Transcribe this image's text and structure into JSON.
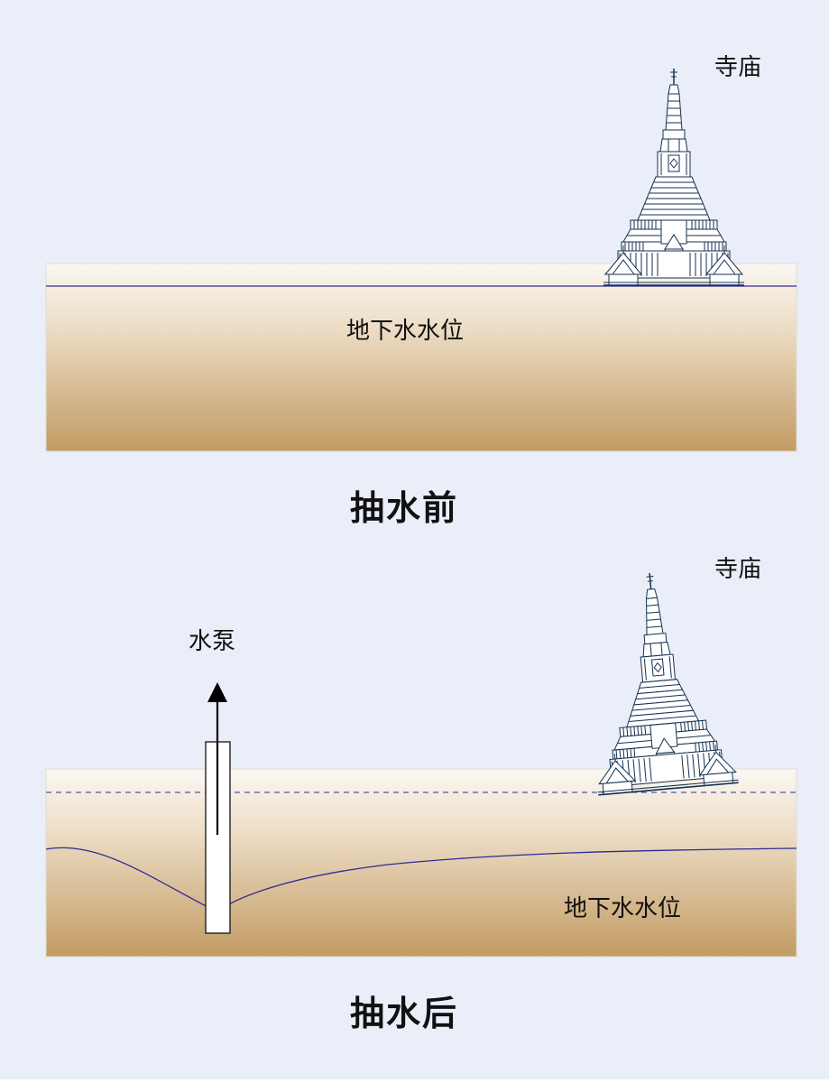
{
  "before": {
    "temple_label": "寺庙",
    "groundwater_label": "地下水水位",
    "caption": "抽水前"
  },
  "after": {
    "temple_label": "寺庙",
    "pump_label": "水泵",
    "groundwater_label": "地下水水位",
    "caption": "抽水后"
  },
  "colors": {
    "background": "#eaeef8",
    "soil_top": "#fbf8f3",
    "soil_bottom": "#c29b63",
    "water_line": "#2b2b99",
    "temple_stroke": "#15324f"
  }
}
